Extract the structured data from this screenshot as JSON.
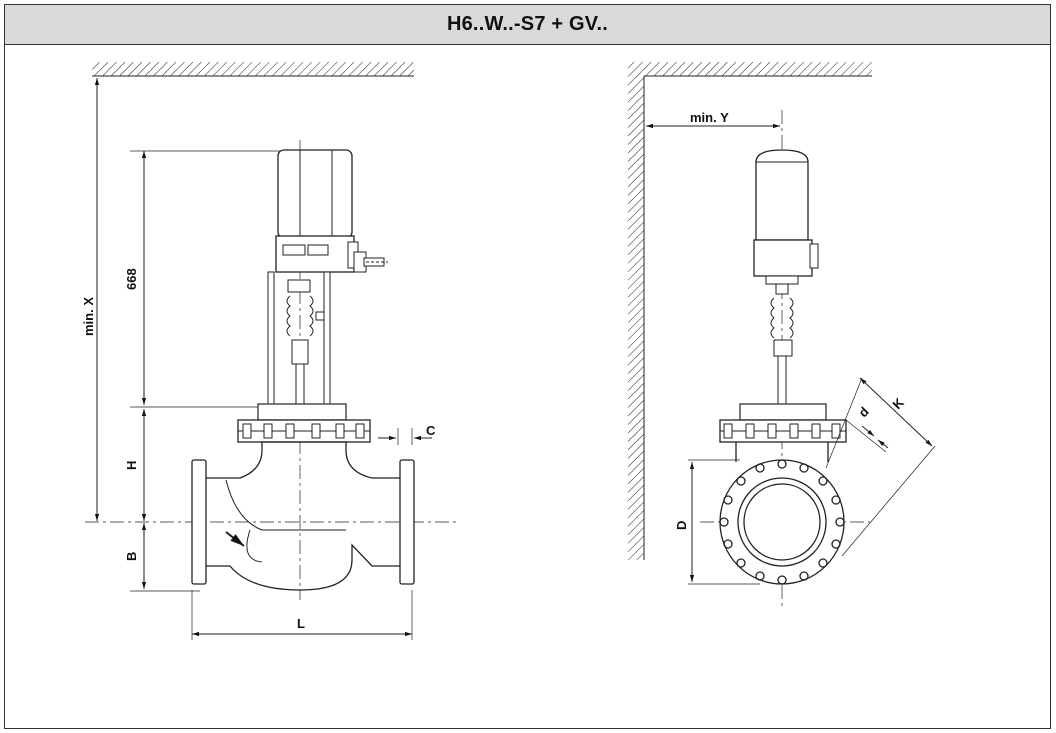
{
  "title": "H6..W..-S7 + GV..",
  "labels": {
    "min_x": "min. X",
    "dim_668": "668",
    "h": "H",
    "b": "B",
    "c": "C",
    "l": "L",
    "min_y": "min. Y",
    "d_small": "d",
    "k": "K",
    "d_big": "D"
  }
}
